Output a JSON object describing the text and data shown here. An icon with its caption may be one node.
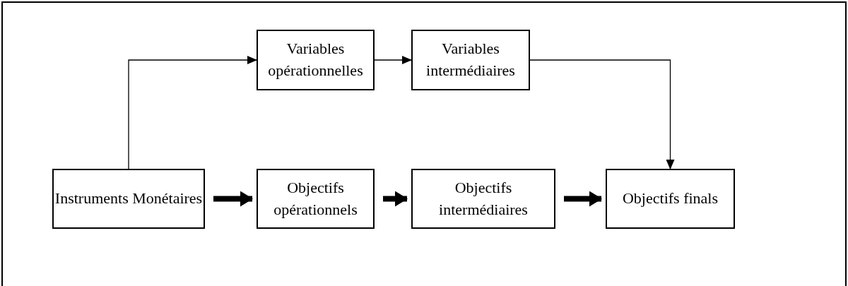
{
  "diagram": {
    "nodes": [
      {
        "text": [
          "Variables opérationnelles"
        ]
      },
      {
        "text": [
          "Variables intermédiaires"
        ]
      },
      {
        "text": [
          "Instruments Monétaires"
        ]
      },
      {
        "text": [
          "Objectifs opérationnels"
        ]
      },
      {
        "text": [
          "Objectifs intermédiaires"
        ]
      },
      {
        "text": [
          "Objectifs finals"
        ]
      }
    ],
    "edges": [
      {
        "from": 2,
        "to": 0,
        "arrow": "to"
      },
      {
        "from": 0,
        "to": 1,
        "arrow": "to"
      },
      {
        "from": 1,
        "to": 5,
        "arrow": "to"
      },
      {
        "from": 2,
        "to": 3,
        "arrow": "to",
        "style": "thick"
      },
      {
        "from": 3,
        "to": 4,
        "arrow": "to",
        "style": "thick"
      },
      {
        "from": 4,
        "to": 5,
        "arrow": "to",
        "style": "thick"
      }
    ]
  }
}
